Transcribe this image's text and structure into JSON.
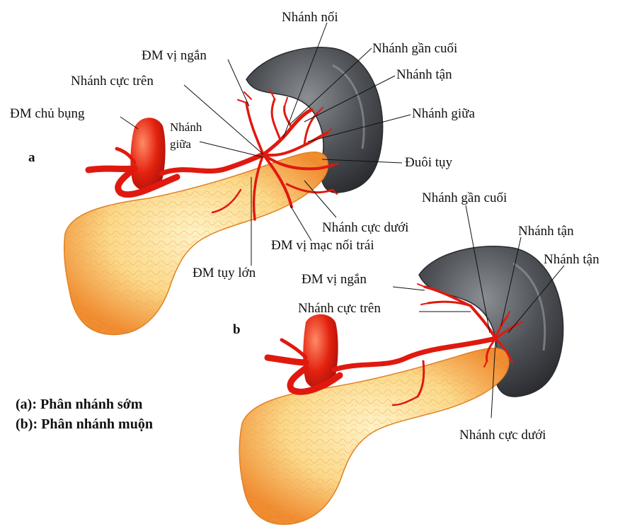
{
  "figure_a": {
    "letter": "a",
    "labels": {
      "nhanh_noi": "Nhánh nối",
      "dm_vi_ngan": "ĐM vị ngắn",
      "nhanh_gan_cuoi": "Nhánh gần cuối",
      "nhanh_tan": "Nhánh tận",
      "nhanh_cuc_tren": "Nhánh cực trên",
      "dm_chu_bung": "ĐM chủ bụng",
      "nhanh_giua_line1": "Nhánh",
      "nhanh_giua_line2": "giữa",
      "nhanh_giua_right": "Nhánh giữa",
      "duoi_tuy": "Đuôi tụy",
      "nhanh_cuc_duoi": "Nhánh cực dưới",
      "dm_vi_mac_noi_trai": "ĐM vị mạc nối trái",
      "dm_tuy_lon": "ĐM tụy lớn"
    }
  },
  "figure_b": {
    "letter": "b",
    "labels": {
      "nhanh_gan_cuoi": "Nhánh gần cuối",
      "nhanh_tan_1": "Nhánh tận",
      "nhanh_tan_2": "Nhánh tận",
      "dm_vi_ngan": "ĐM vị ngắn",
      "nhanh_cuc_tren": "Nhánh cực trên",
      "nhanh_cuc_duoi": "Nhánh cực dưới"
    }
  },
  "legend": {
    "a": "(a): Phân nhánh  sớm",
    "b": "(b): Phân nhánh muộn"
  },
  "colors": {
    "artery": "#e0190f",
    "pancreas_outer": "#f39a3a",
    "pancreas_inner": "#fde7a6",
    "spleen": "#4f5257"
  }
}
